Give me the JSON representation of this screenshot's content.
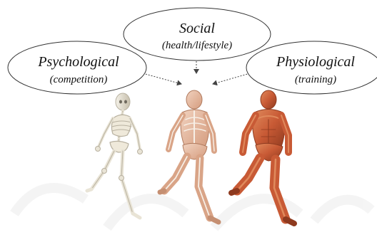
{
  "diagram": {
    "nodes": [
      {
        "id": "psychological",
        "title": "Psychological",
        "subtitle": "(competition)"
      },
      {
        "id": "social",
        "title": "Social",
        "subtitle": "(health/lifestyle)"
      },
      {
        "id": "physiological",
        "title": "Physiological",
        "subtitle": "(training)"
      }
    ],
    "edges": [
      {
        "from": "psychological",
        "to": "runner-figures",
        "style": "dashed"
      },
      {
        "from": "social",
        "to": "runner-figures",
        "style": "dashed"
      },
      {
        "from": "physiological",
        "to": "runner-figures",
        "style": "dashed"
      }
    ],
    "figures": [
      {
        "name": "skeleton-runner",
        "depiction": "skeleton"
      },
      {
        "name": "xray-runner",
        "depiction": "skeleton-with-muscle-overlay"
      },
      {
        "name": "muscle-runner",
        "depiction": "muscular-anatomy"
      }
    ]
  },
  "colors": {
    "ellipse_stroke": "#333333",
    "arrow": "#444444",
    "bone": "#e9e4d6",
    "bone_shadow": "#b8b1a0",
    "muscle": "#c85a35",
    "muscle_dark": "#8e3a1f",
    "muscle_light": "#e08a5c",
    "watermark": "#ececec"
  }
}
